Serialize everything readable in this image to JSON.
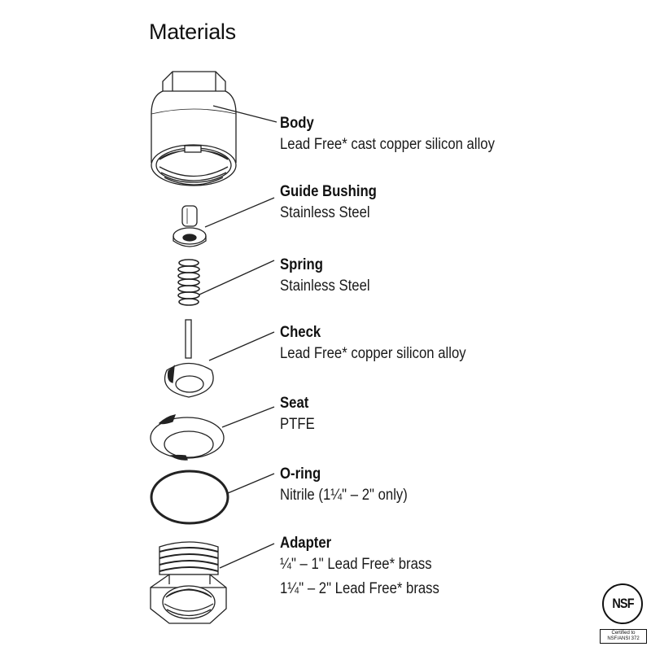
{
  "title": "Materials",
  "parts": [
    {
      "name": "Body",
      "material": [
        "Lead Free* cast copper silicon alloy"
      ]
    },
    {
      "name": "Guide Bushing",
      "material": [
        "Stainless Steel"
      ]
    },
    {
      "name": "Spring",
      "material": [
        "Stainless Steel"
      ]
    },
    {
      "name": "Check",
      "material": [
        "Lead Free* copper silicon alloy"
      ]
    },
    {
      "name": "Seat",
      "material": [
        "PTFE"
      ]
    },
    {
      "name": "O-ring",
      "material": [
        "Nitrile (1¼\" – 2\" only)"
      ]
    },
    {
      "name": "Adapter",
      "material": [
        "¼\" – 1\" Lead Free* brass",
        "1¼\" – 2\" Lead Free* brass"
      ]
    }
  ],
  "certification": {
    "logo": "NSF",
    "line1": "Certified to",
    "line2": "NSF/ANSI 372"
  }
}
